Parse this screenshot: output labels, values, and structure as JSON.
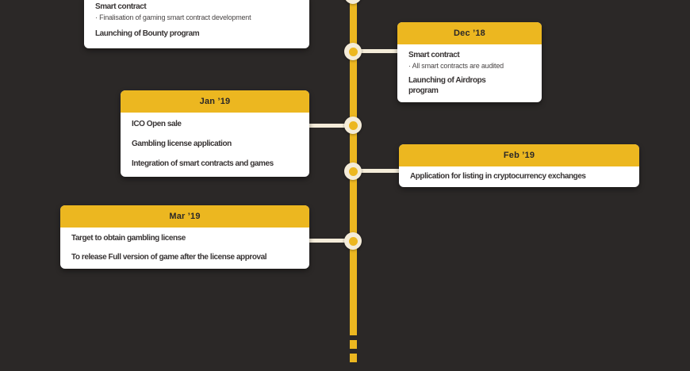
{
  "palette": {
    "background": "#2b2827",
    "accent_yellow": "#ecb720",
    "connector_cream": "#f4ecd9",
    "card_background": "#ffffff",
    "header_text": "#2b2827",
    "title_text": "#383434",
    "bullet_text": "#4a4646"
  },
  "timeline": {
    "orientation": "vertical",
    "milestones": [
      {
        "side": "left",
        "items": [
          {
            "title": "Smart contract",
            "bullets": [
              "· Finalisation of gaming smart contract development"
            ]
          },
          {
            "title": "Launching of Bounty program",
            "bullets": []
          }
        ]
      },
      {
        "date_label": "Dec ’18",
        "side": "right",
        "items": [
          {
            "title": "Smart contract",
            "bullets": [
              "· All smart contracts are audited"
            ]
          },
          {
            "title": "Launching of Airdrops program",
            "bullets": []
          }
        ]
      },
      {
        "date_label": "Jan ’19",
        "side": "left",
        "items": [
          {
            "title": "ICO Open sale",
            "bullets": []
          },
          {
            "title": "Gambling license application",
            "bullets": []
          },
          {
            "title": "Integration of smart contracts and games",
            "bullets": []
          }
        ]
      },
      {
        "date_label": "Feb ’19",
        "side": "right",
        "items": [
          {
            "title": "Application for listing in cryptocurrency exchanges",
            "bullets": []
          }
        ]
      },
      {
        "date_label": "Mar ’19",
        "side": "left",
        "items": [
          {
            "title": "Target to obtain gambling license",
            "bullets": []
          },
          {
            "title": "To release Full version of game after the license approval",
            "bullets": []
          }
        ]
      }
    ]
  }
}
